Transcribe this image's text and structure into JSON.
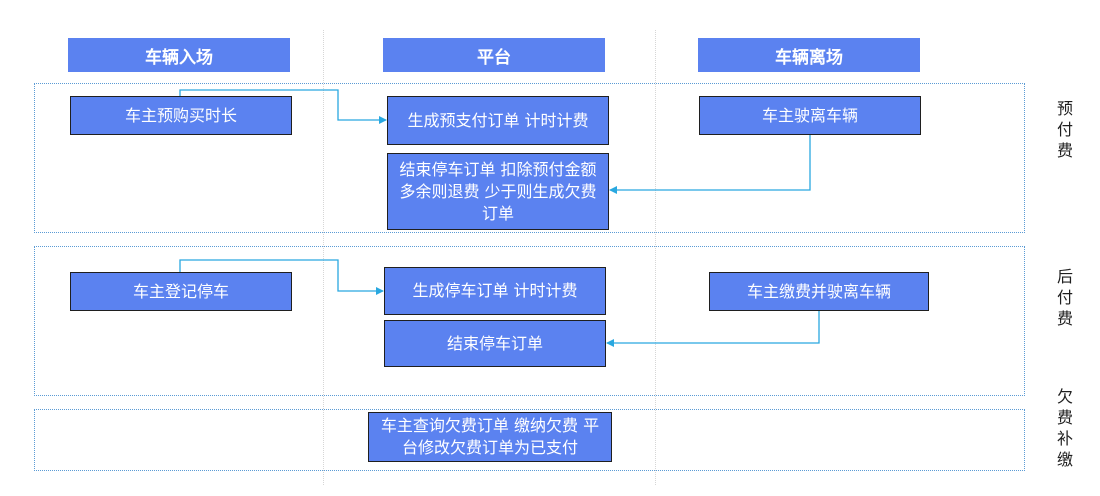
{
  "headers": {
    "entry": "车辆入场",
    "platform": "平台",
    "exit": "车辆离场"
  },
  "prepay": {
    "label": "预付费",
    "entry_step": "车主预购买时长",
    "create_order": "生成预支付订单 计时计费",
    "exit_step": "车主驶离车辆",
    "settle_order": "结束停车订单 扣除预付金额 多余则退费 少于则生成欠费订单"
  },
  "postpay": {
    "label": "后付费",
    "entry_step": "车主登记停车",
    "create_order": "生成停车订单 计时计费",
    "exit_step": "车主缴费并驶离车辆",
    "settle_order": "结束停车订单"
  },
  "arrears": {
    "label": "欠费补缴",
    "step": "车主查询欠费订单 缴纳欠费 平台修改欠费订单为已支付"
  },
  "colors": {
    "header_fill": "#5b82f0",
    "box_fill": "#5b82f0",
    "connector": "#29a8e0",
    "section_border": "#5b9bd5"
  }
}
